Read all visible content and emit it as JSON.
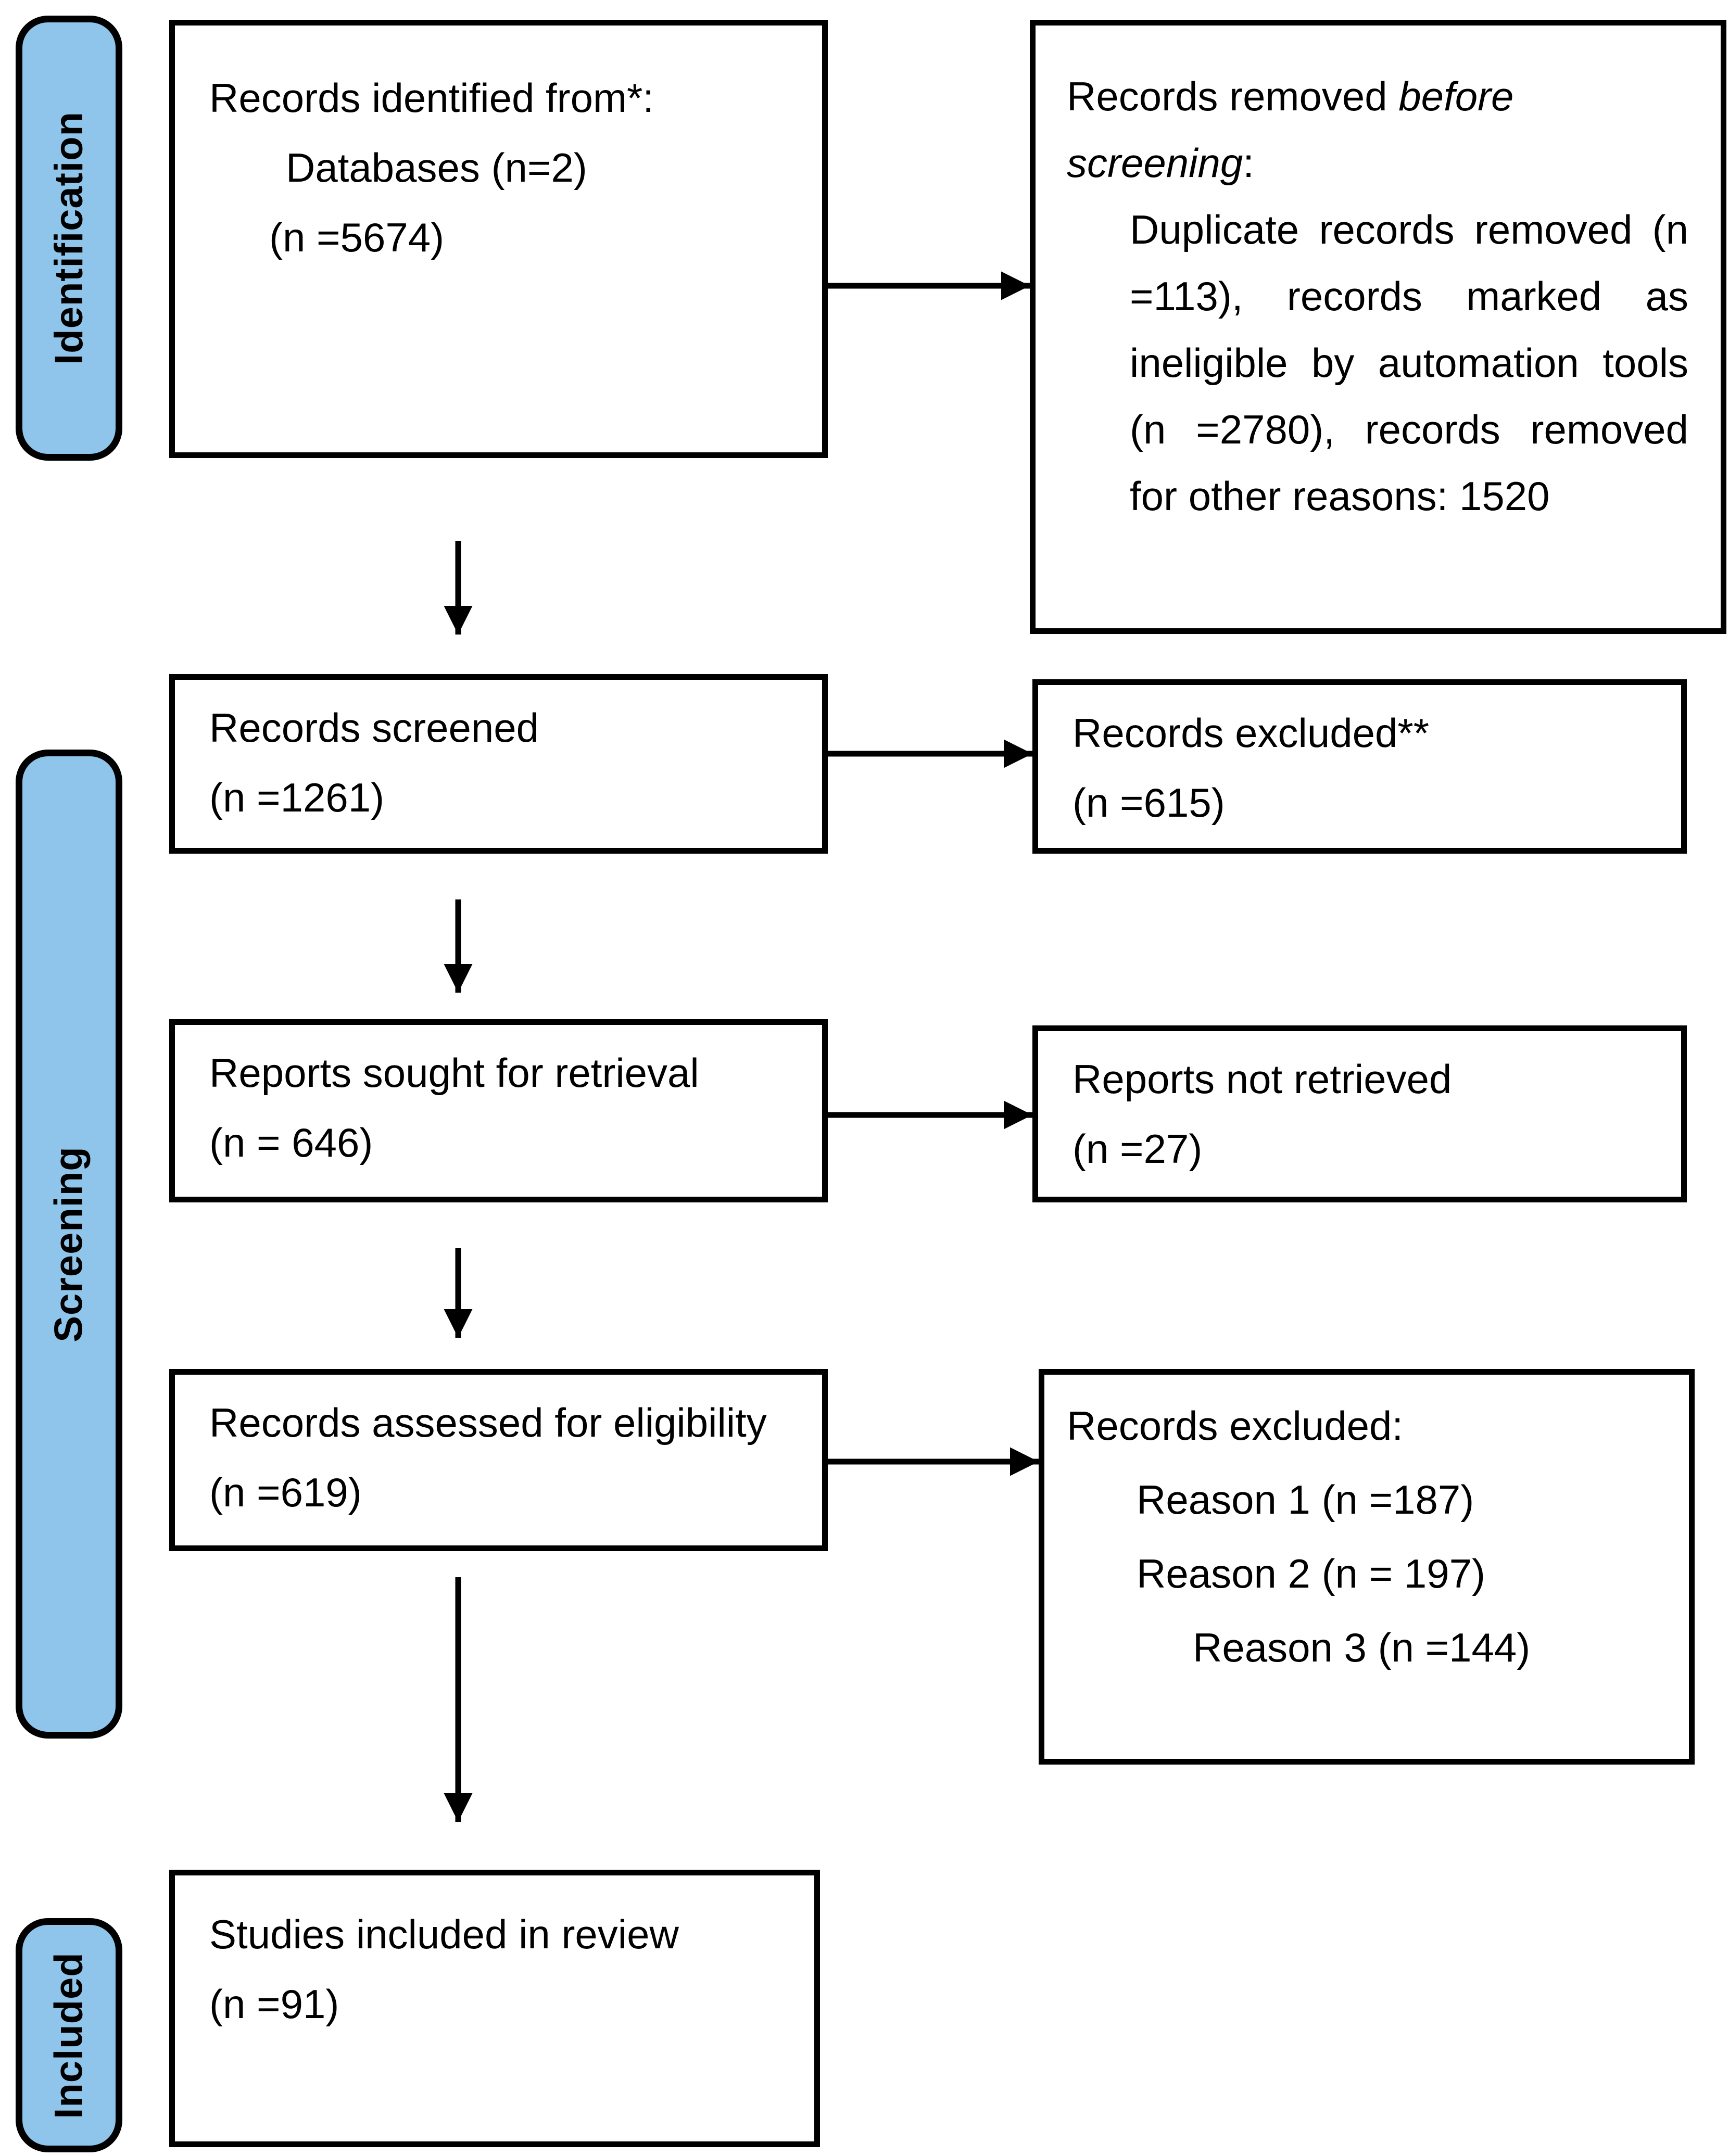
{
  "colors": {
    "accent_blue": "#8FC5EA",
    "line_black": "#000000",
    "background": "#FFFFFF"
  },
  "sidebar": {
    "identification_label": "Identification",
    "screening_label": "Screening",
    "included_label": "Included"
  },
  "boxes": {
    "identified": {
      "line1": "Records identified from*:",
      "line2": "Databases (n=2)",
      "line3": "(n =5674)"
    },
    "removed": {
      "title_prefix": "Records removed ",
      "title_italic": "before screening",
      "title_suffix": ":",
      "body": "Duplicate records removed (n =113), records marked as ineligible by automation tools (n =2780), records removed for other reasons: 1520"
    },
    "screened": {
      "line1": "Records screened",
      "line2": "(n =1261)"
    },
    "excluded": {
      "line1": "Records excluded**",
      "line2": "(n =615)"
    },
    "sought": {
      "line1": "Reports sought for retrieval",
      "line2": "(n = 646)"
    },
    "not_retrieved": {
      "line1": "Reports not retrieved",
      "line2": "(n =27)"
    },
    "assessed": {
      "line1": "Records assessed for eligibility",
      "line2": "(n =619)"
    },
    "excluded_reasons": {
      "title": "Records excluded:",
      "reason1": "Reason 1 (n =187)",
      "reason2": "Reason 2 (n = 197)",
      "reason3": "Reason 3 (n =144)"
    },
    "included_studies": {
      "line1": "Studies included in review",
      "line2": "(n =91)"
    }
  }
}
